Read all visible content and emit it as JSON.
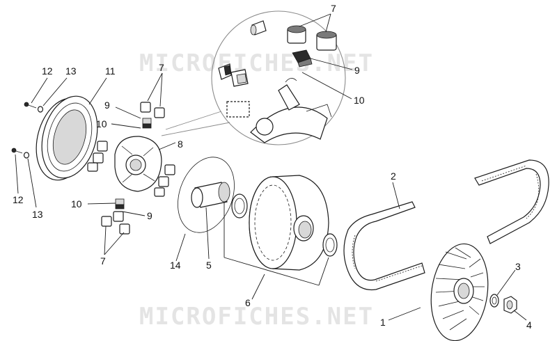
{
  "watermark": {
    "text": "MICROFICHES.NET"
  },
  "callouts": {
    "c1": "1",
    "c2": "2",
    "c3": "3",
    "c4": "4",
    "c5": "5",
    "c6": "6",
    "c7_top": "7",
    "c7_mid": "7",
    "c7_bottom": "7",
    "c8": "8",
    "c9_inset": "9",
    "c9_left": "9",
    "c9_lower": "9",
    "c10_inset": "10",
    "c10_left": "10",
    "c10_lower": "10",
    "c11": "11",
    "c12_top": "12",
    "c12_bottom": "12",
    "c13_top": "13",
    "c13_bottom": "13",
    "c14": "14"
  }
}
